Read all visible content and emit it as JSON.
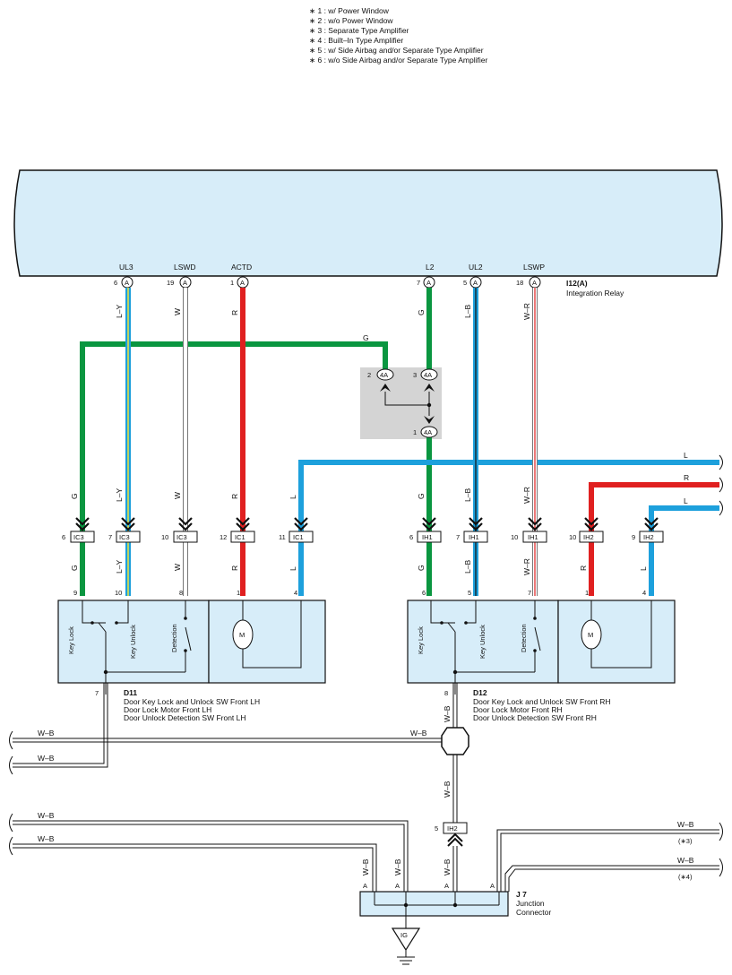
{
  "notes": [
    "∗ 1 : w/ Power Window",
    "∗ 2 : w/o Power Window",
    "∗ 3 : Separate Type Amplifier",
    "∗ 4 : Built–In Type Amplifier",
    "∗ 5 : w/ Side Airbag and/or Separate Type Amplifier",
    "∗ 6 : w/o Side Airbag and/or Separate Type Amplifier"
  ],
  "relay": {
    "code": "I12(A)",
    "name": "Integration Relay",
    "pins": [
      {
        "label": "UL3",
        "num": "6",
        "letter": "A"
      },
      {
        "label": "LSWD",
        "num": "19",
        "letter": "A"
      },
      {
        "label": "ACTD",
        "num": "1",
        "letter": "A"
      },
      {
        "label": "L2",
        "num": "7",
        "letter": "A"
      },
      {
        "label": "UL2",
        "num": "5",
        "letter": "A"
      },
      {
        "label": "LSWP",
        "num": "18",
        "letter": "A"
      }
    ]
  },
  "wires": {
    "ly": "L–Y",
    "w": "W",
    "r": "R",
    "g": "G",
    "lb": "L–B",
    "wr": "W–R",
    "l": "L",
    "wb": "W–B",
    "a": "A"
  },
  "junction_4a": {
    "code": "4A",
    "pins": [
      "2",
      "3",
      "1"
    ]
  },
  "connectors": [
    {
      "num": "6",
      "code": "IC3"
    },
    {
      "num": "7",
      "code": "IC3"
    },
    {
      "num": "10",
      "code": "IC3"
    },
    {
      "num": "12",
      "code": "IC1"
    },
    {
      "num": "11",
      "code": "IC1"
    },
    {
      "num": "6",
      "code": "IH1"
    },
    {
      "num": "7",
      "code": "IH1"
    },
    {
      "num": "10",
      "code": "IH1"
    },
    {
      "num": "10",
      "code": "IH2"
    },
    {
      "num": "9",
      "code": "IH2"
    }
  ],
  "door_lh": {
    "code": "D11",
    "lines": [
      "Door Key Lock and Unlock SW Front LH",
      "Door Lock Motor Front LH",
      "Door Unlock Detection SW Front LH"
    ],
    "pins": [
      "9",
      "10",
      "8",
      "1",
      "4",
      "7"
    ],
    "sw": [
      "Key Lock",
      "Key Unlock",
      "Detection"
    ]
  },
  "door_rh": {
    "code": "D12",
    "lines": [
      "Door Key Lock and Unlock SW Front RH",
      "Door Lock Motor Front RH",
      "Door Unlock Detection SW Front RH"
    ],
    "pins": [
      "6",
      "5",
      "7",
      "1",
      "4",
      "8"
    ],
    "sw": [
      "Key Lock",
      "Key Unlock",
      "Detection"
    ]
  },
  "motor_label": "M",
  "ih2_lower": {
    "num": "5",
    "code": "IH2"
  },
  "junction_connector": {
    "code": "J 7",
    "name1": "Junction",
    "name2": "Connector"
  },
  "ground": {
    "code": "IG"
  },
  "notes_refs": [
    "(∗3)",
    "(∗4)"
  ],
  "colors": {
    "green": "#0a9640",
    "blue": "#1da0dc",
    "red": "#e02020",
    "panel": "#d7edf9",
    "gray": "#d4d4d4"
  }
}
